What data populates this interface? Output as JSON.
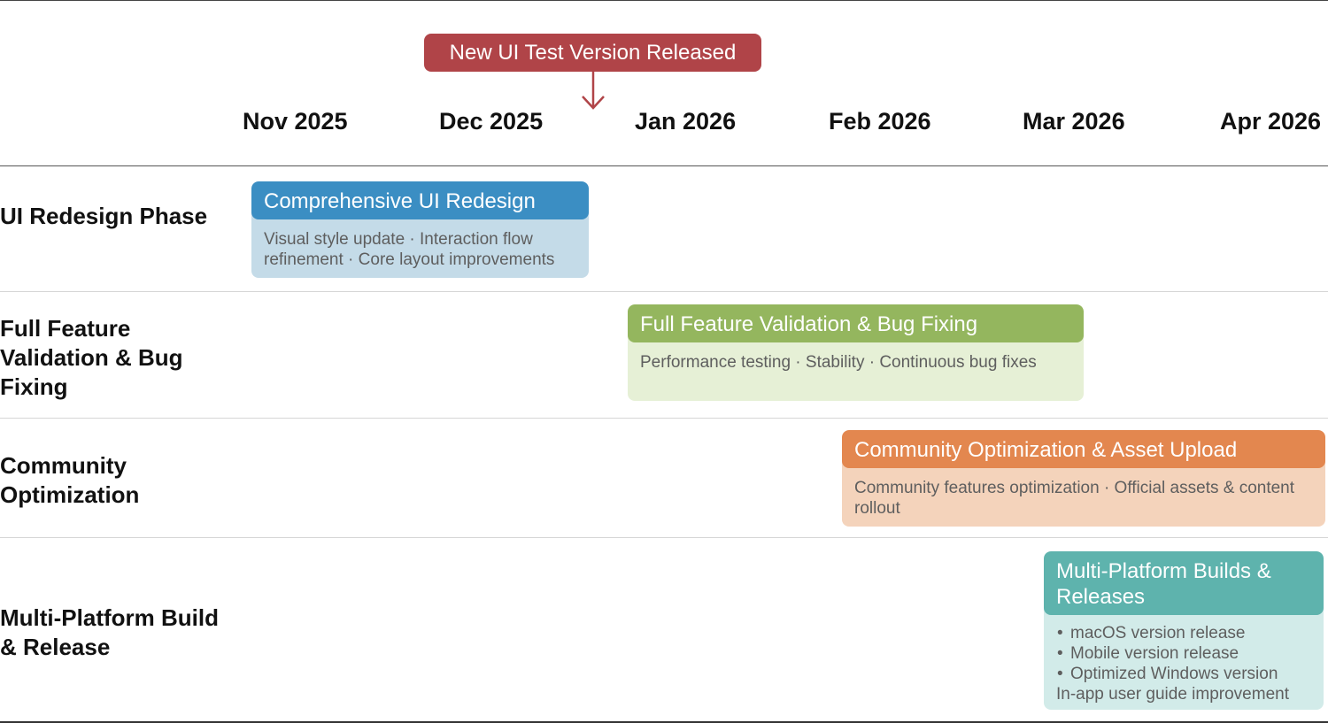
{
  "milestone": {
    "label": "New UI Test Version Released",
    "color": "#b04448"
  },
  "months": [
    "Nov 2025",
    "Dec 2025",
    "Jan 2026",
    "Feb 2026",
    "Mar 2026",
    "Apr 2026"
  ],
  "rows": [
    {
      "label": "UI Redesign Phase",
      "card": {
        "title": "Comprehensive UI Redesign",
        "description": "Visual style update · Interaction flow refinement · Core layout improvements",
        "color": "#3b8ec3"
      }
    },
    {
      "label": "Full Feature Validation & Bug Fixing",
      "card": {
        "title": "Full Feature Validation & Bug Fixing",
        "description": "Performance testing · Stability · Continuous bug fixes",
        "color": "#94b65e"
      }
    },
    {
      "label": "Community Optimization",
      "card": {
        "title": "Community Optimization & Asset Upload",
        "description": "Community features optimization · Official assets & content rollout",
        "color": "#e3874f"
      }
    },
    {
      "label": "Multi-Platform Build & Release",
      "card": {
        "title": "Multi-Platform Builds & Releases",
        "bullets": [
          "macOS version release",
          "Mobile version release",
          "Optimized Windows version"
        ],
        "note": "In-app user guide improvement",
        "color": "#5eb3ad"
      }
    }
  ]
}
